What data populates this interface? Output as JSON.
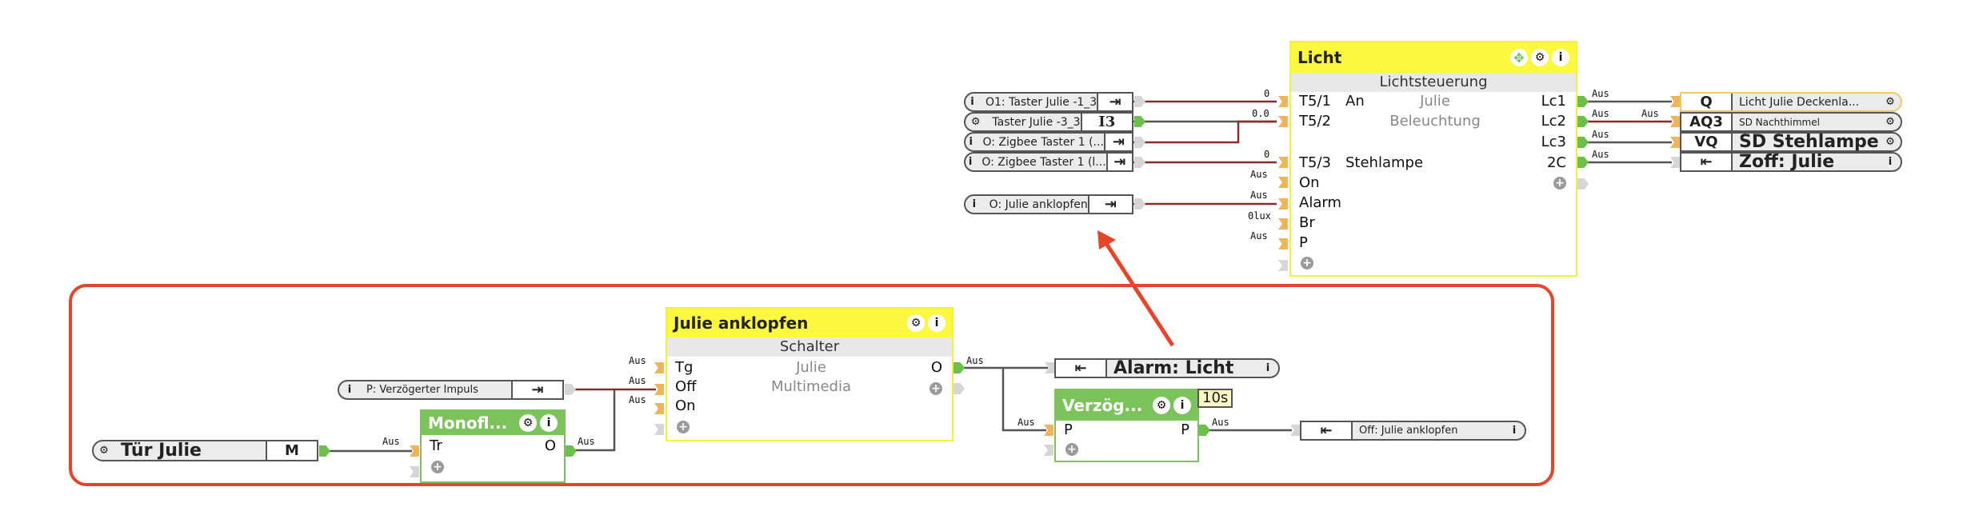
{
  "annotation": {
    "color": "#e8442a"
  },
  "colors": {
    "wire_active": "#555555",
    "wire_linked": "#8b2d2a",
    "pin_in": "#f0b45a",
    "pin_out": "#6cbf4a",
    "header_yellow": "#fbf83f",
    "header_green": "#7dc35b"
  },
  "licht": {
    "title": "Licht",
    "type": "Lichtsteuerung",
    "room": "Julie",
    "category": "Beleuchtung",
    "icons": [
      "move-icon",
      "gear-icon",
      "info-icon"
    ],
    "inputs": [
      {
        "label": "T5/1",
        "extra": "An",
        "value": "0"
      },
      {
        "label": "T5/2",
        "extra": "",
        "value": "0.0"
      },
      {
        "label": "T5/3",
        "extra": "Stehlampe",
        "value": "0"
      },
      {
        "label": "On",
        "extra": "",
        "value": "Aus"
      },
      {
        "label": "Alarm",
        "extra": "",
        "value": "Aus"
      },
      {
        "label": "Br",
        "extra": "",
        "value": "0lux"
      },
      {
        "label": "P",
        "extra": "",
        "value": "Aus"
      }
    ],
    "outputs": [
      {
        "label": "Lc1",
        "value": "Aus"
      },
      {
        "label": "Lc2",
        "value": "Aus"
      },
      {
        "label": "Lc3",
        "value": "Aus"
      },
      {
        "label": "2C",
        "value": "Aus"
      }
    ]
  },
  "licht_sources": [
    {
      "icon": "info-icon",
      "name": "O1: Taster Julie -1_3",
      "addr": "out-icon"
    },
    {
      "icon": "gear-icon",
      "name": "Taster Julie -3_3",
      "addr": "I3"
    },
    {
      "icon": "info-icon",
      "name": "O: Zigbee Taster 1 (...",
      "addr": "out-icon"
    },
    {
      "icon": "info-icon",
      "name": "O: Zigbee Taster 1 (l...",
      "addr": "out-icon"
    },
    {
      "icon": "info-icon",
      "name": "O: Julie anklopfen",
      "addr": "out-icon"
    }
  ],
  "licht_targets": [
    {
      "addr": "Q",
      "name": "Licht Julie Deckenla...",
      "icon": "gear-icon",
      "value_in": ""
    },
    {
      "addr": "AQ3",
      "name": "SD Nachthimmel",
      "icon": "gear-icon",
      "value_in": "Aus"
    },
    {
      "addr": "VQ",
      "name": "SD Stehlampe",
      "icon": "gear-icon",
      "value_in": ""
    },
    {
      "addr": "in-icon",
      "name": "Zoff: Julie",
      "icon": "info-icon",
      "value_in": ""
    }
  ],
  "tuer": {
    "icon": "gear-icon",
    "name": "Tür Julie",
    "addr": "M",
    "value": "Aus"
  },
  "verzoegert_param": {
    "icon": "info-icon",
    "name": "P: Verzögerter Impuls",
    "addr": "out-icon"
  },
  "monoflop": {
    "title": "Monofl...",
    "input": "Tr",
    "output": "O",
    "output_value": "Aus"
  },
  "anklopfen": {
    "title": "Julie anklopfen",
    "type": "Schalter",
    "room": "Julie",
    "category": "Multimedia",
    "inputs": [
      {
        "label": "Tg",
        "value": "Aus"
      },
      {
        "label": "Off",
        "value": "Aus"
      },
      {
        "label": "On",
        "value": "Aus"
      }
    ],
    "output": {
      "label": "O",
      "value": "Aus"
    }
  },
  "alarm_target": {
    "name": "Alarm: Licht",
    "icon": "info-icon"
  },
  "verzoeg": {
    "title": "Verzög...",
    "input": "P",
    "input_value": "Aus",
    "output": "P",
    "output_value": "Aus",
    "badge": "10s"
  },
  "off_target": {
    "name": "Off: Julie anklopfen",
    "icon": "info-icon"
  }
}
